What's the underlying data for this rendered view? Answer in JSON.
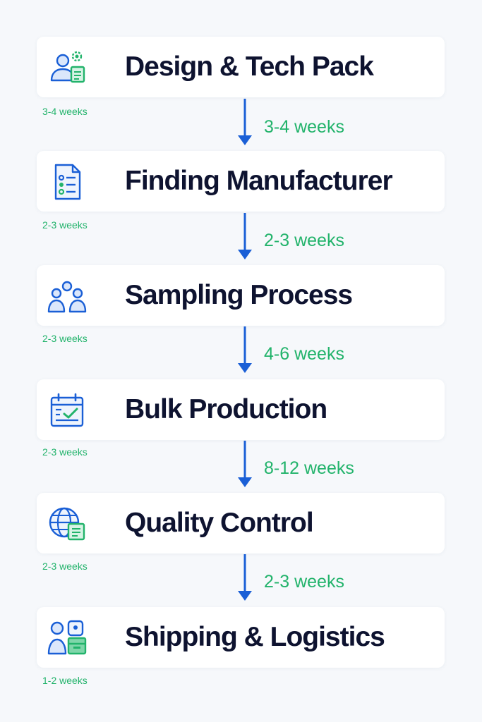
{
  "steps": [
    {
      "title": "Design & Tech Pack",
      "duration": "3-4 weeks",
      "icon": "team-document-icon"
    },
    {
      "title": "Finding Manufacturer",
      "duration": "2-3 weeks",
      "icon": "checklist-document-icon"
    },
    {
      "title": "Sampling Process",
      "duration": "2-3 weeks",
      "icon": "group-people-icon"
    },
    {
      "title": "Bulk Production",
      "duration": "2-3 weeks",
      "icon": "calendar-check-icon"
    },
    {
      "title": "Quality Control",
      "duration": "2-3 weeks",
      "icon": "globe-document-icon"
    },
    {
      "title": "Shipping & Logistics",
      "duration": "1-2 weeks",
      "icon": "user-box-icon"
    }
  ],
  "transitions": [
    "3-4 weeks",
    "2-3 weeks",
    "4-6 weeks",
    "8-12 weeks",
    "2-3 weeks"
  ],
  "colors": {
    "accent_blue": "#1a5fd6",
    "accent_green": "#22b36b",
    "title_text": "#0e1330",
    "background": "#f6f8fb"
  }
}
